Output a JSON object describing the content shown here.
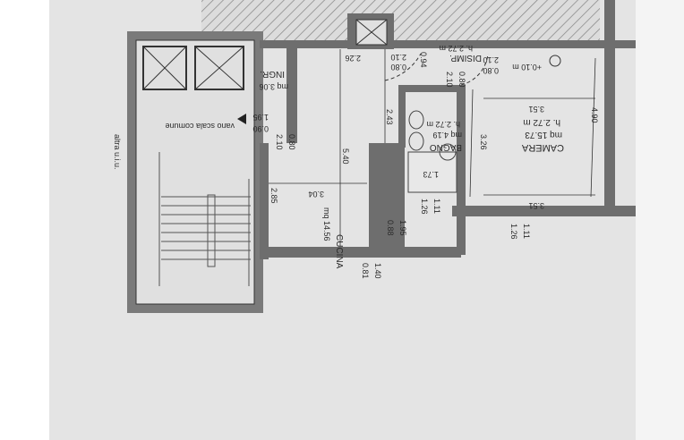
{
  "plan": {
    "other_unit": "altra u.i.u.",
    "stair": "vano scala comune",
    "ingresso": {
      "name": "INGR.",
      "area": "mq 3.06",
      "dims": [
        "1.95",
        "0.90",
        "0.80",
        "2.10"
      ]
    },
    "cucina": {
      "name": "CUCINA",
      "area": "mq 14.56",
      "dims": [
        "2.26",
        "5.40",
        "3.04",
        "2.85",
        "1.95",
        "0.88",
        "1.40",
        "0.81"
      ]
    },
    "bagno": {
      "name": "BAGNO",
      "area": "mq 4.19",
      "height": "h. 2.72 m",
      "dims": [
        "2.43",
        "1.73",
        "1.11",
        "1.26"
      ]
    },
    "disimpegno": {
      "name": "DISIMP.",
      "height": "h. 2.72 m",
      "dims": [
        "0.80",
        "2.10",
        "0.94",
        "0.80",
        "2.10",
        "0.80",
        "2.10"
      ]
    },
    "camera": {
      "name": "CAMERA",
      "area": "mq 15.73",
      "height": "h. 2.72 m",
      "dims": [
        "3.51",
        "3.51",
        "4.90",
        "3.26",
        "1.11",
        "1.26"
      ]
    },
    "level": "+0.10 m"
  }
}
